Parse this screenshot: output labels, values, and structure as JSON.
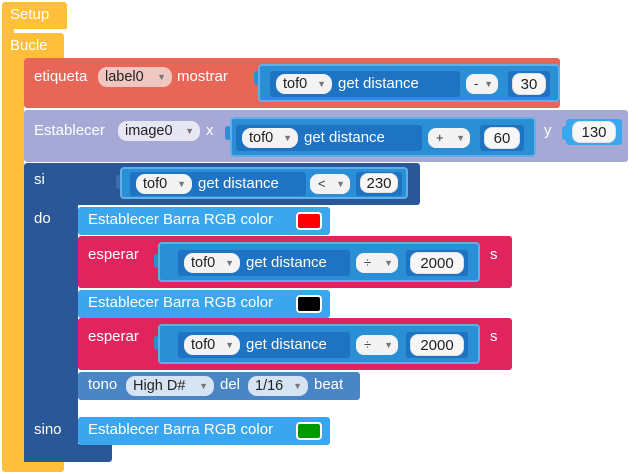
{
  "colors": {
    "control_yellow": "#ffbf3a",
    "label_red": "#e86657",
    "set_purple": "#a6a9d6",
    "math_blue": "#2b8fd6",
    "math_dark": "#1e73c2",
    "if_navy": "#2a5798",
    "light_blue": "#3aa6ee",
    "wait_pink": "#e0245e",
    "tone_blue": "#4a86c6",
    "swatch_red": "#ff0000",
    "swatch_black": "#000000",
    "swatch_green": "#009900"
  },
  "blocks": {
    "setup": {
      "label": "Setup"
    },
    "loop": {
      "label": "Bucle"
    },
    "label_show": {
      "prefix": "etiqueta",
      "target": "label0",
      "action": "mostrar",
      "sensor": "tof0",
      "method": "get distance",
      "op": "-",
      "value": "30"
    },
    "set_image": {
      "prefix": "Establecer",
      "target": "image0",
      "x_label": "x",
      "sensor": "tof0",
      "method": "get distance",
      "op": "+",
      "value": "60",
      "y_label": "y",
      "y_value": "130"
    },
    "if_block": {
      "if_label": "si",
      "do_label": "do",
      "else_label": "sino",
      "sensor": "tof0",
      "method": "get distance",
      "op": "<",
      "value": "230"
    },
    "rgb_red": {
      "label": "Establecer Barra RGB color",
      "color_name": "red"
    },
    "wait_1": {
      "label": "esperar",
      "sensor": "tof0",
      "method": "get distance",
      "op": "÷",
      "value": "2000",
      "unit": "s"
    },
    "rgb_black": {
      "label": "Establecer Barra RGB color",
      "color_name": "black"
    },
    "wait_2": {
      "label": "esperar",
      "sensor": "tof0",
      "method": "get distance",
      "op": "÷",
      "value": "2000",
      "unit": "s"
    },
    "tone": {
      "label": "tono",
      "note": "High D#",
      "del_label": "del",
      "duration": "1/16",
      "beat_label": "beat"
    },
    "rgb_green": {
      "label": "Establecer Barra RGB color",
      "color_name": "green"
    }
  }
}
